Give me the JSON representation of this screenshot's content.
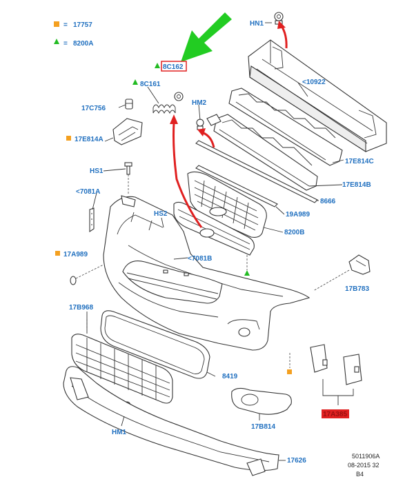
{
  "legend": {
    "square": {
      "code": "17757",
      "color": "#f4a020"
    },
    "triangle": {
      "code": "8200A",
      "color": "#22bb22"
    },
    "eq": "="
  },
  "labels": {
    "hn1": "HN1",
    "c162": "8C162",
    "c161": "8C161",
    "reinf": "<10922",
    "hm2": "HM2",
    "c756": "17C756",
    "e814a": "17E814A",
    "e814c": "17E814C",
    "e814b": "17E814B",
    "hs1": "HS1",
    "t7081a": "<7081A",
    "g8666": "8666",
    "a989b": "19A989",
    "hs2": "HS2",
    "g8200b": "8200B",
    "t7081b": "<7081B",
    "a989a": "17A989",
    "b783": "17B783",
    "b968": "17B968",
    "g8419": "8419",
    "a385": "17A385",
    "hm1": "HM1",
    "b814": "17B814",
    "p17626": "17626"
  },
  "footer": {
    "ref": "5011906A",
    "date": "08-2015 32",
    "page": "B4"
  },
  "colors": {
    "label": "#1f6fbf",
    "highlight": "#e02020",
    "red_arrow": "#e02020",
    "green_arrow": "#22cc22",
    "marker_square": "#f4a020",
    "marker_triangle": "#22bb22"
  }
}
